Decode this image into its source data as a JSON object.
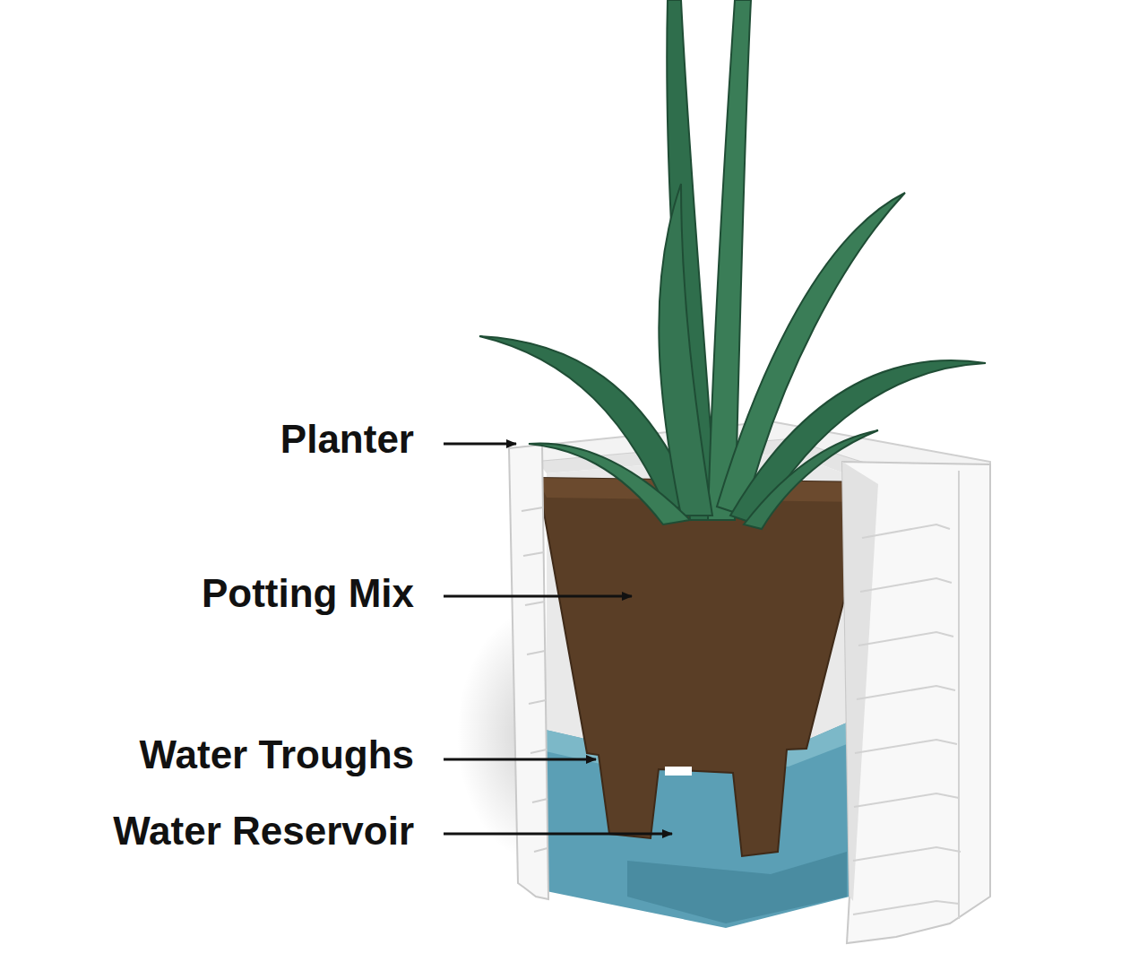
{
  "diagram": {
    "labels": [
      "Planter",
      "Potting Mix",
      "Water Troughs",
      "Water Reservoir"
    ]
  }
}
